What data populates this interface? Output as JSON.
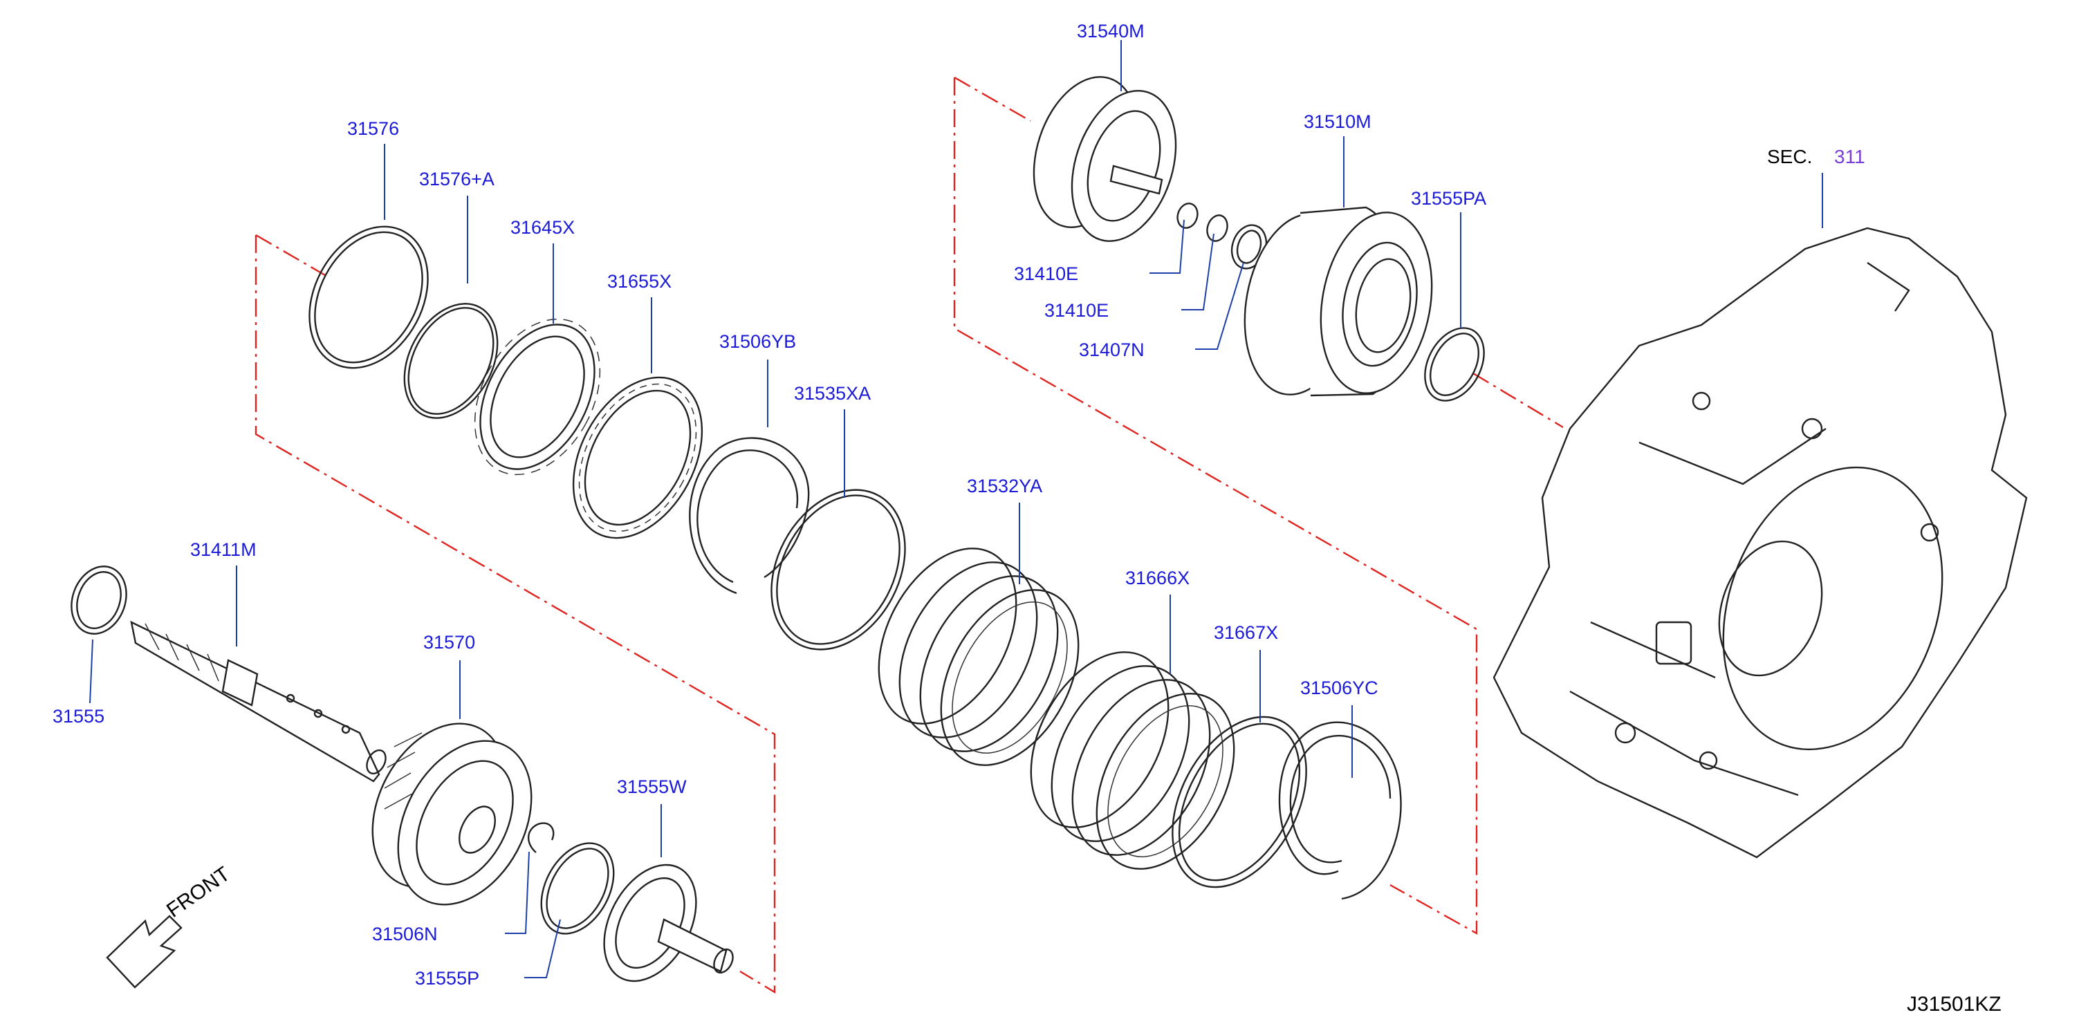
{
  "diagram": {
    "reference_section": {
      "prefix": "SEC.",
      "number": "311"
    },
    "diagram_code": "J31501KZ",
    "front_indicator": "FRONT",
    "parts": [
      {
        "id": "p1",
        "label": "31576"
      },
      {
        "id": "p2",
        "label": "31576+A"
      },
      {
        "id": "p3",
        "label": "31645X"
      },
      {
        "id": "p4",
        "label": "31655X"
      },
      {
        "id": "p5",
        "label": "31506YB"
      },
      {
        "id": "p6",
        "label": "31535XA"
      },
      {
        "id": "p7",
        "label": "31532YA"
      },
      {
        "id": "p8",
        "label": "31666X"
      },
      {
        "id": "p9",
        "label": "31667X"
      },
      {
        "id": "p10",
        "label": "31506YC"
      },
      {
        "id": "p11",
        "label": "31411M"
      },
      {
        "id": "p12",
        "label": "31555"
      },
      {
        "id": "p13",
        "label": "31570"
      },
      {
        "id": "p14",
        "label": "31555W"
      },
      {
        "id": "p15",
        "label": "31506N"
      },
      {
        "id": "p16",
        "label": "31555P"
      },
      {
        "id": "p17",
        "label": "31540M"
      },
      {
        "id": "p18",
        "label": "31410E"
      },
      {
        "id": "p19",
        "label": "31410E"
      },
      {
        "id": "p20",
        "label": "31407N"
      },
      {
        "id": "p21",
        "label": "31510M"
      },
      {
        "id": "p22",
        "label": "31555PA"
      }
    ]
  }
}
